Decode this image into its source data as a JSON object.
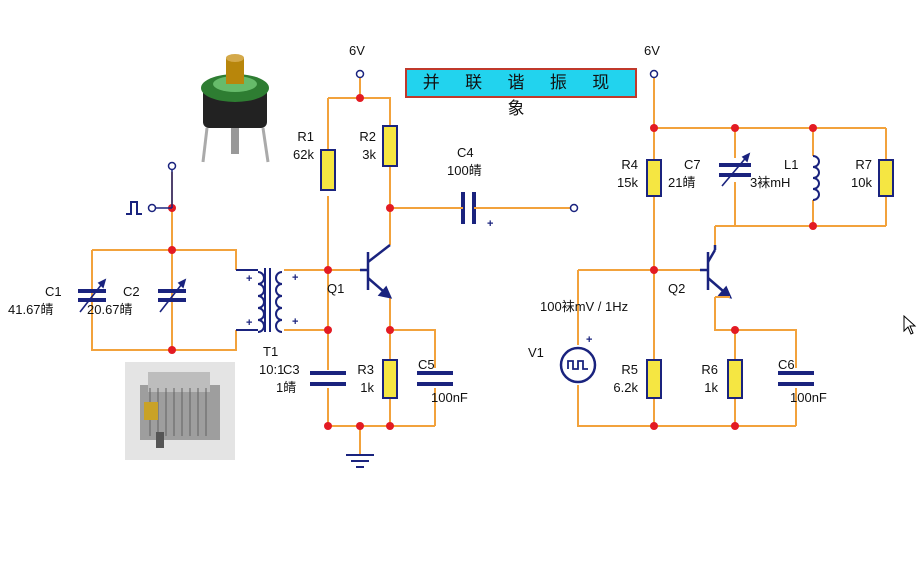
{
  "title": "并 联 谐 振 现 象",
  "supply_left": "6V",
  "supply_right": "6V",
  "components": {
    "R1": {
      "name": "R1",
      "value": "62k"
    },
    "R2": {
      "name": "R2",
      "value": "3k"
    },
    "R3": {
      "name": "R3",
      "value": "1k"
    },
    "R4": {
      "name": "R4",
      "value": "15k"
    },
    "R5": {
      "name": "R5",
      "value": "6.2k"
    },
    "R6": {
      "name": "R6",
      "value": "1k"
    },
    "R7": {
      "name": "R7",
      "value": "10k"
    },
    "C1": {
      "name": "C1",
      "value": "41.67皘"
    },
    "C2": {
      "name": "C2",
      "value": "20.67皘"
    },
    "C3": {
      "name": "C3",
      "value": "1皘"
    },
    "C4": {
      "name": "C4",
      "value": "100皘"
    },
    "C5": {
      "name": "C5",
      "value": "100nF"
    },
    "C6": {
      "name": "C6",
      "value": "100nF"
    },
    "C7": {
      "name": "C7",
      "value": "21皘"
    },
    "L1": {
      "name": "L1",
      "value": "3袜mH"
    },
    "T1": {
      "name": "T1",
      "value": "10:1"
    },
    "Q1": {
      "name": "Q1"
    },
    "Q2": {
      "name": "Q2"
    },
    "V1": {
      "name": "V1",
      "value": "100袜mV / 1Hz"
    }
  },
  "colors": {
    "wire": "#f2a23c",
    "node": "#e31b23",
    "component": "#1a237e",
    "title_bg": "#22d3ee",
    "title_border": "#c0392b"
  },
  "icons": [
    "square-wave-icon",
    "ground-icon",
    "ac-source-icon",
    "mouse-cursor-icon"
  ]
}
